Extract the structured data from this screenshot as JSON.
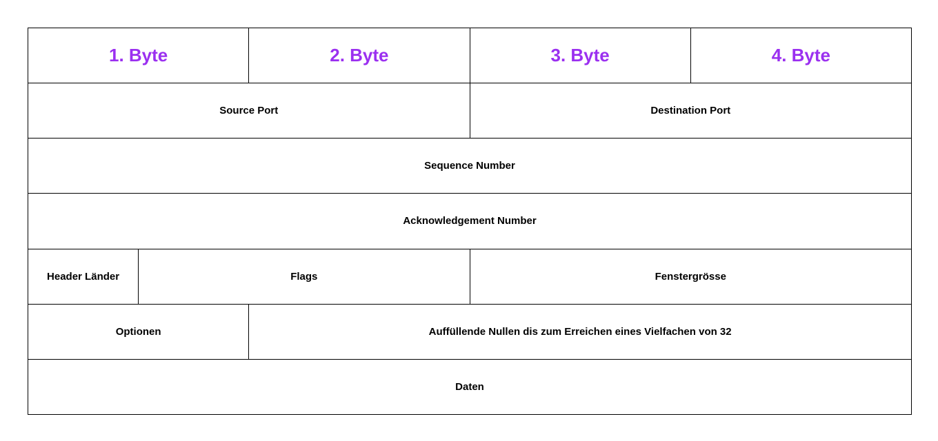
{
  "diagram": {
    "byte_headers": [
      "1. Byte",
      "2. Byte",
      "3. Byte",
      "4. Byte"
    ],
    "fields": {
      "source_port": "Source Port",
      "destination_port": "Destination Port",
      "sequence_number": "Sequence Number",
      "acknowledgement_number": "Acknowledgement Number",
      "header_length": "Header Länder",
      "flags": "Flags",
      "window_size": "Fenstergrösse",
      "options": "Optionen",
      "padding": "Auffüllende Nullen dis zum Erreichen eines Vielfachen von 32",
      "data": "Daten"
    },
    "colors": {
      "byte_header_text": "#9B30F0",
      "field_text": "#000000",
      "border": "#000000",
      "background": "#FFFFFF"
    }
  }
}
